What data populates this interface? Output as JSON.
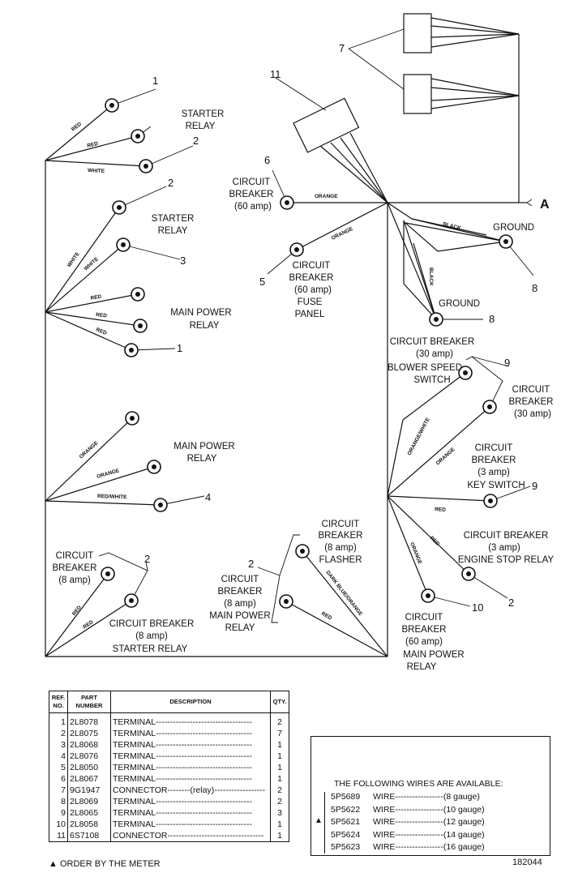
{
  "labels": {
    "starter_relay_top": [
      "STARTER",
      "RELAY"
    ],
    "starter_relay_mid": [
      "STARTER",
      "RELAY"
    ],
    "main_power_relay_a": [
      "MAIN POWER",
      "RELAY"
    ],
    "main_power_relay_b": [
      "MAIN POWER",
      "RELAY"
    ],
    "cb_8amp_left": [
      "CIRCUIT",
      "BREAKER",
      "(8 amp)"
    ],
    "cb_8amp_starter": [
      "CIRCUIT BREAKER",
      "(8 amp)",
      "STARTER  RELAY"
    ],
    "cb_60amp_top": [
      "CIRCUIT",
      "BREAKER",
      "(60 amp)"
    ],
    "cb_60amp_fuse": [
      "CIRCUIT",
      "BREAKER",
      "(60 amp)",
      "FUSE",
      "PANEL"
    ],
    "ground_1": "GROUND",
    "ground_2": "GROUND",
    "cb_30amp_blower": [
      "CIRCUIT BREAKER",
      "(30 amp)",
      "BLOWER SPEED",
      "SWITCH"
    ],
    "cb_30amp_right": [
      "CIRCUIT",
      "BREAKER",
      "(30 amp)"
    ],
    "cb_3amp_key": [
      "CIRCUIT",
      "BREAKER",
      "(3 amp)",
      "KEY SWITCH"
    ],
    "cb_3amp_engine": [
      "CIRCUIT BREAKER",
      "(3 amp)",
      "ENGINE STOP RELAY"
    ],
    "cb_60amp_main": [
      "CIRCUIT",
      "BREAKER",
      "(60 amp)",
      "MAIN POWER",
      "RELAY"
    ],
    "cb_8amp_flasher": [
      "CIRCUIT",
      "BREAKER",
      "(8 amp)",
      "FLASHER"
    ],
    "cb_8amp_main": [
      "CIRCUIT",
      "BREAKER",
      "(8 amp)",
      "MAIN POWER",
      "RELAY"
    ],
    "connector_a": "A"
  },
  "wire_colors": {
    "red": "RED",
    "white": "WHITE",
    "orange": "ORANGE",
    "red_white": "RED/WHITE",
    "black": "BLACK",
    "orange_white": "ORANGE/WHITE",
    "dark_blue_orange": "DARK BLUE/ORANGE"
  },
  "callouts": {
    "n1": "1",
    "n2": "2",
    "n3": "3",
    "n4": "4",
    "n5": "5",
    "n6": "6",
    "n7": "7",
    "n8": "8",
    "n9": "9",
    "n10": "10",
    "n11": "11"
  },
  "parts_table": {
    "headers": {
      "ref": "REF. NO.",
      "part": "PART NUMBER",
      "desc": "DESCRIPTION",
      "qty": "QTY."
    },
    "rows": [
      {
        "ref": "1",
        "part": "2L8078",
        "desc": "TERMINAL",
        "qty": "2"
      },
      {
        "ref": "2",
        "part": "2L8075",
        "desc": "TERMINAL",
        "qty": "7"
      },
      {
        "ref": "3",
        "part": "2L8068",
        "desc": "TERMINAL",
        "qty": "1"
      },
      {
        "ref": "4",
        "part": "2L8076",
        "desc": "TERMINAL",
        "qty": "1"
      },
      {
        "ref": "5",
        "part": "2L8050",
        "desc": "TERMINAL",
        "qty": "1"
      },
      {
        "ref": "6",
        "part": "2L8067",
        "desc": "TERMINAL",
        "qty": "1"
      },
      {
        "ref": "7",
        "part": "9G1947",
        "desc": "CONNECTOR",
        "desc_note": "(relay)",
        "qty": "2"
      },
      {
        "ref": "8",
        "part": "2L8069",
        "desc": "TERMINAL",
        "qty": "2"
      },
      {
        "ref": "9",
        "part": "2L8065",
        "desc": "TERMINAL",
        "qty": "3"
      },
      {
        "ref": "10",
        "part": "2L8058",
        "desc": "TERMINAL",
        "qty": "1"
      },
      {
        "ref": "11",
        "part": "6S7108",
        "desc": "CONNECTOR",
        "qty": "1"
      }
    ]
  },
  "footnote": "▲ ORDER BY THE METER",
  "wires_box": {
    "title": "THE FOLLOWING WIRES ARE AVAILABLE:",
    "marker": "▲",
    "items": [
      {
        "part": "5P5689",
        "desc": "WIRE",
        "gauge": "(8 gauge)"
      },
      {
        "part": "5P5622",
        "desc": "WIRE",
        "gauge": "(10 gauge)"
      },
      {
        "part": "5P5621",
        "desc": "WIRE",
        "gauge": "(12 gauge)"
      },
      {
        "part": "5P5624",
        "desc": "WIRE",
        "gauge": "(14 gauge)"
      },
      {
        "part": "5P5623",
        "desc": "WIRE",
        "gauge": "(16 gauge)"
      }
    ]
  },
  "drawing_number": "182044"
}
